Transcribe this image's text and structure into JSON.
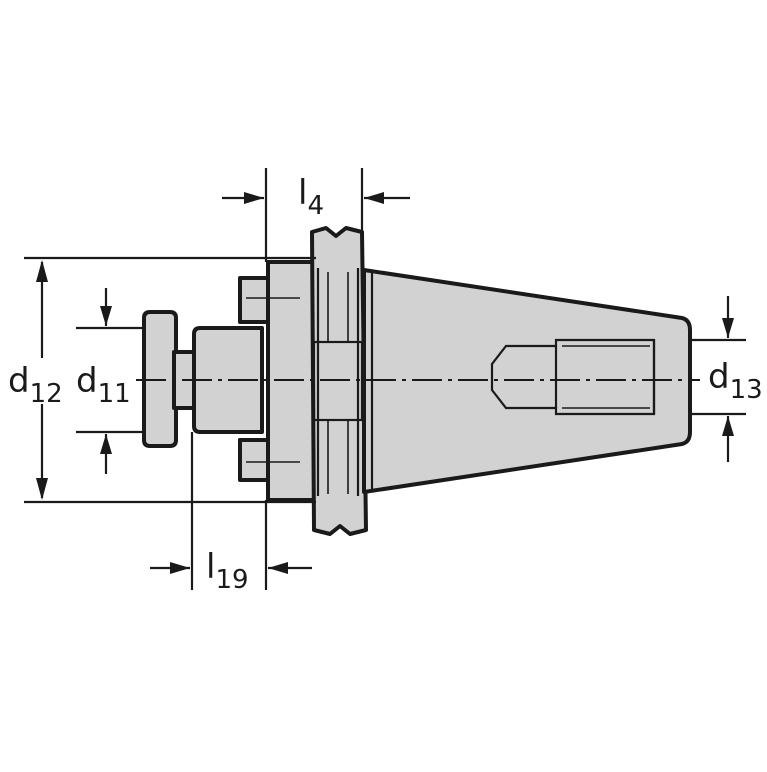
{
  "diagram": {
    "dimensions": [
      {
        "id": "d12",
        "base": "d",
        "sub": "12"
      },
      {
        "id": "d11",
        "base": "d",
        "sub": "11"
      },
      {
        "id": "d13",
        "base": "d",
        "sub": "13"
      },
      {
        "id": "l4",
        "base": "l",
        "sub": "4"
      },
      {
        "id": "l19",
        "base": "l",
        "sub": "19"
      }
    ]
  }
}
